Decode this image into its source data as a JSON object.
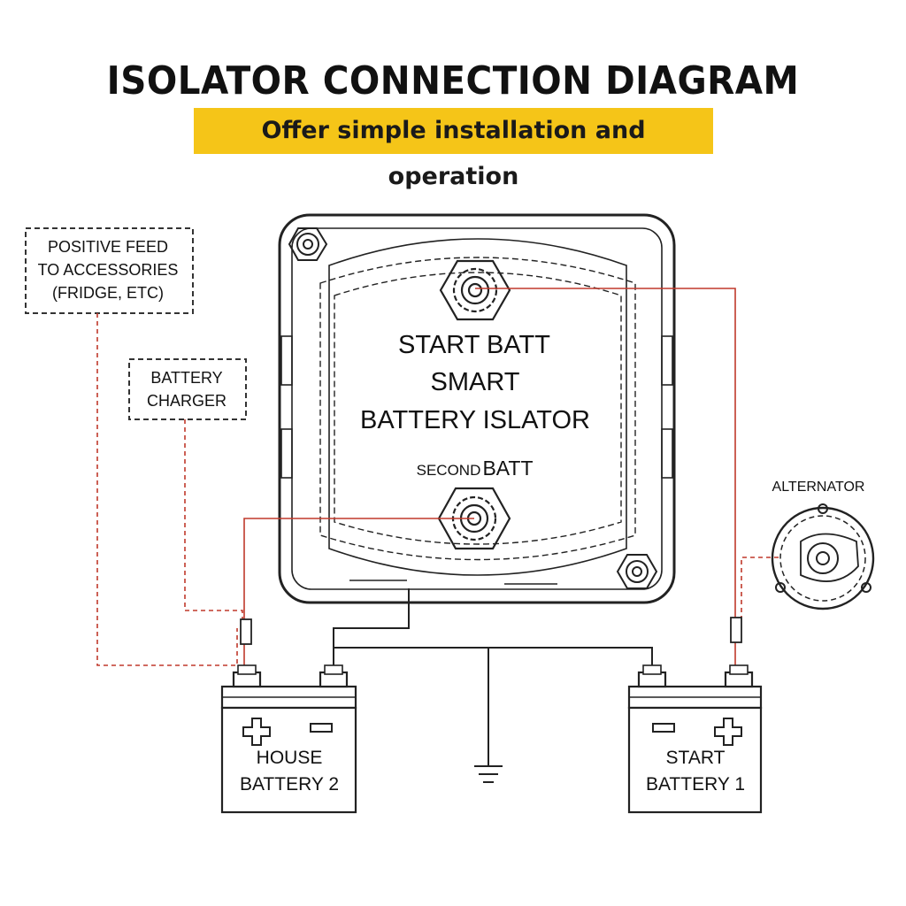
{
  "title": "ISOLATOR CONNECTION DIAGRAM",
  "subtitle": "Offer simple installation and operation",
  "isolator": {
    "line1": "START  BATT",
    "line2": "SMART",
    "line3": "BATTERY  ISLATOR",
    "second_small": "SECOND",
    "second_large": "BATT"
  },
  "boxes": {
    "feed_line1": "POSITIVE  FEED",
    "feed_line2": "TO  ACCESSORIES",
    "feed_line3": "(FRIDGE, ETC)",
    "charger_line1": "BATTERY",
    "charger_line2": "CHARGER"
  },
  "alternator": "ALTERNATOR",
  "house_battery": {
    "line1": "HOUSE",
    "line2": "BATTERY  2"
  },
  "start_battery": {
    "line1": "START",
    "line2": "BATTERY  1"
  },
  "colors": {
    "wire_red": "#c0392b",
    "outline": "#222222",
    "highlight": "#f5c518"
  }
}
